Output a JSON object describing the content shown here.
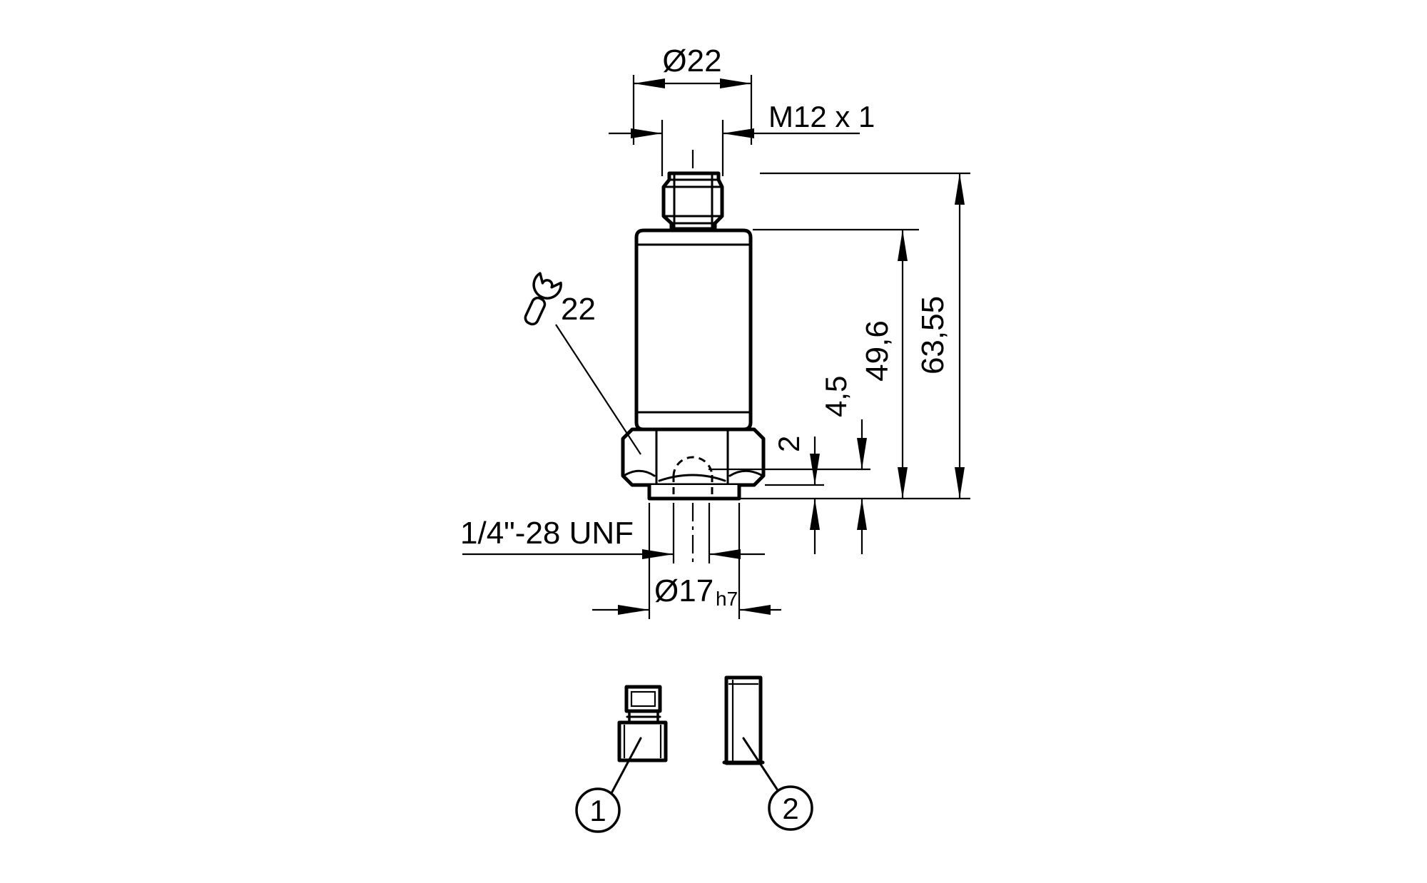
{
  "drawing": {
    "title": "sensor-dimension-drawing",
    "dims": {
      "top_diameter": "Ø22",
      "connector_thread": "M12 x 1",
      "total_height": "63,55",
      "body_height": "49,6",
      "boss_offset": "4,5",
      "boss_height": "2",
      "bottom_thread": "1/4\"-28 UNF",
      "boss_diameter": "Ø17",
      "boss_tolerance": "h7",
      "wrench_size": "22"
    },
    "callouts": {
      "item1": "1",
      "item2": "2"
    }
  }
}
